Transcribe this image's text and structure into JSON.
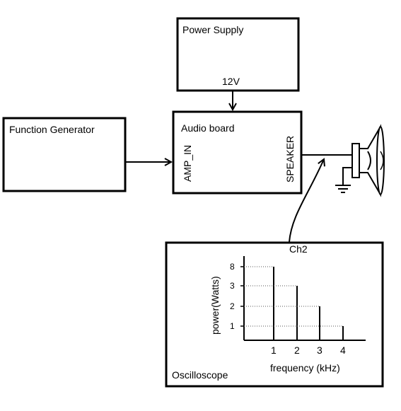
{
  "power_supply": {
    "label": "Power Supply",
    "output": "12V"
  },
  "function_generator": {
    "label": "Function Generator"
  },
  "audio_board": {
    "label": "Audio board",
    "input_pin": "AMP_IN",
    "output_pin": "SPEAKER"
  },
  "oscilloscope": {
    "label": "Oscilloscope",
    "channel": "Ch2"
  },
  "chart_data": {
    "type": "bar",
    "xlabel": "frequency (kHz)",
    "ylabel": "power(Watts)",
    "x_ticks": [
      "1",
      "2",
      "3",
      "4"
    ],
    "y_ticks": [
      "8",
      "3",
      "2",
      "1"
    ],
    "categories": [
      "1",
      "2",
      "3",
      "4"
    ],
    "values": [
      8,
      3,
      2,
      1
    ],
    "grid": "dotted reference lines at each bar height",
    "legend": "none"
  }
}
